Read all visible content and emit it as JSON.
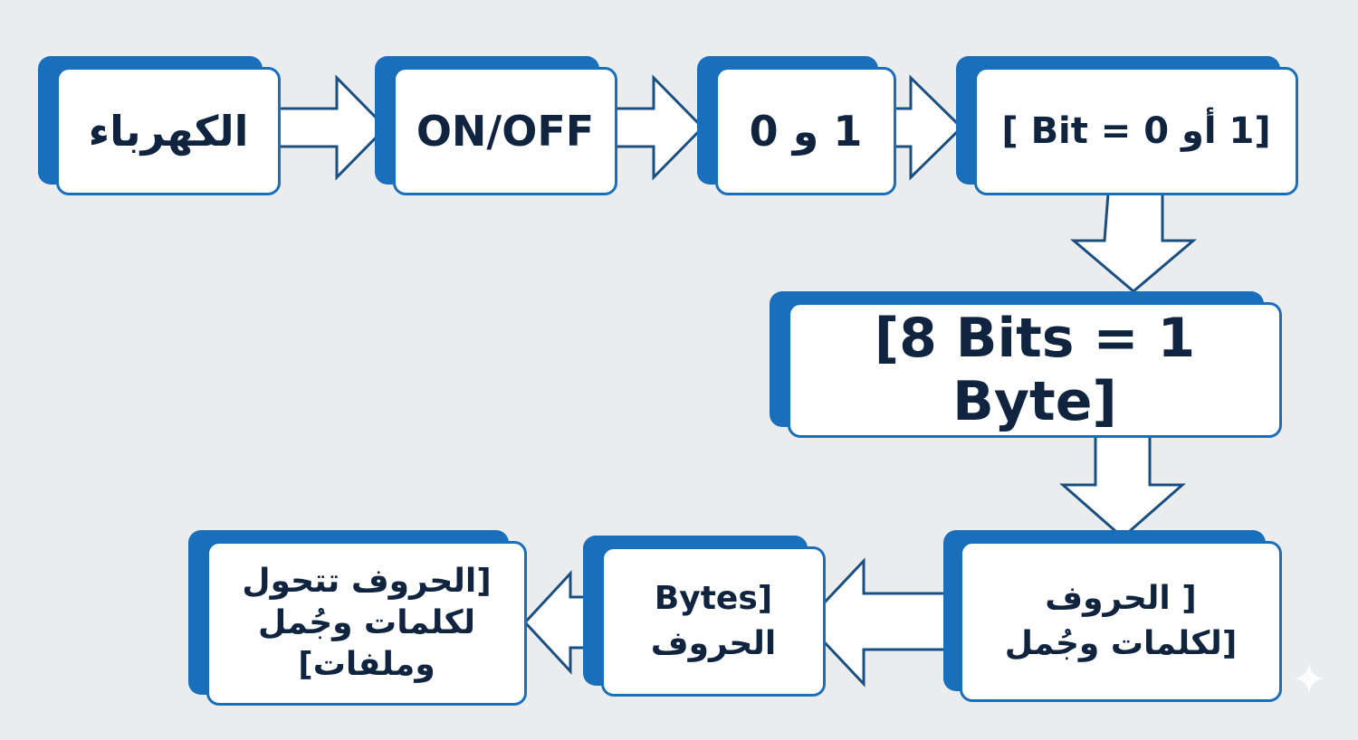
{
  "diagram": {
    "nodes": {
      "electricity": "الكهرباء",
      "on_off": "ON/OFF",
      "zero_one": "1 و 0",
      "bit": "[1 أو Bit = 0 ]",
      "byte": "[8 Bits = 1 Byte]",
      "letters": [
        "[ الحروف",
        "[لكلمات وجُمل"
      ],
      "bytes_letters": [
        "[Bytes",
        "الحروف"
      ],
      "letters_files": [
        "[الحروف تتحول",
        "لكلمات وجُمل",
        "وملفات]"
      ]
    }
  },
  "colors": {
    "accent": "#1a6fbb",
    "text": "#10243f",
    "background": "#ebecee"
  }
}
